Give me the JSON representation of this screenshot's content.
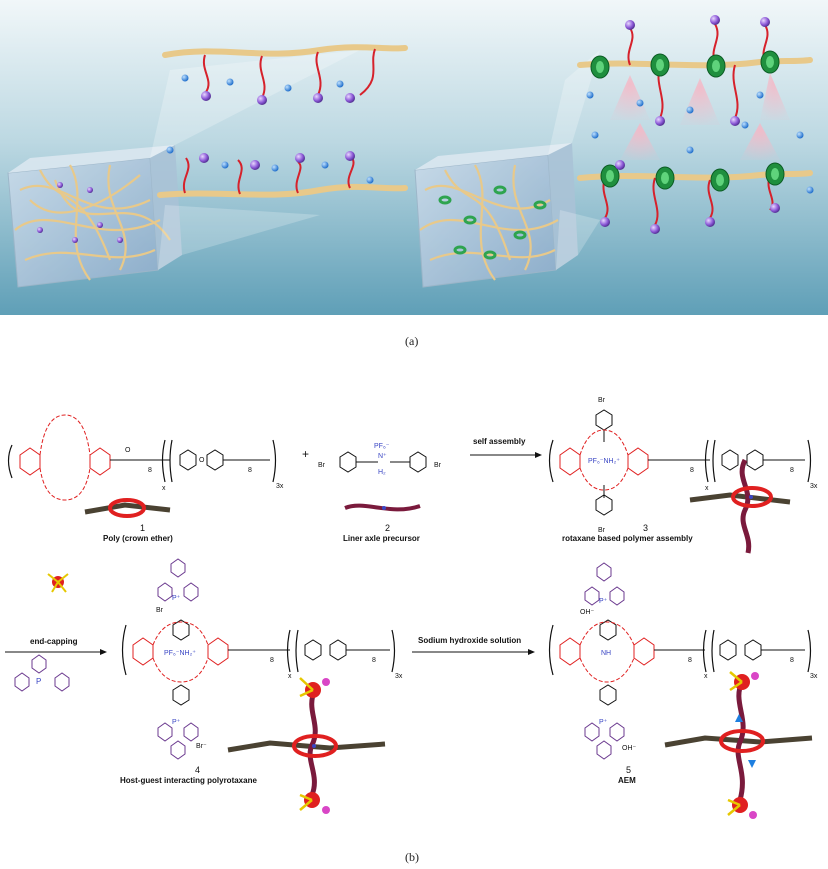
{
  "captions": {
    "a": "(a)",
    "b": "(b)"
  },
  "compounds": [
    {
      "number": "1",
      "name": "Poly (crown ether)"
    },
    {
      "number": "2",
      "name": "Liner axle precursor"
    },
    {
      "number": "3",
      "name": "rotaxane based polymer assembly"
    },
    {
      "number": "4",
      "name": "Host-guest interacting polyrotaxane"
    },
    {
      "number": "5",
      "name": "AEM"
    }
  ],
  "arrows": {
    "self_assembly": "self assembly",
    "end_capping": "end-capping",
    "naoh": "Sodium hydroxide solution"
  },
  "formula_text": {
    "sub_8": "8",
    "sub_x": "x",
    "sub_3x": "3x",
    "br": "Br",
    "pf6": "PF₆⁻",
    "nh2": "NH₂",
    "n_plus": "N⁺",
    "oh_minus": "OH⁻",
    "br_minus": "Br⁻",
    "p_plus": "P⁺",
    "plus": "+",
    "o": "O",
    "h2": "H₂",
    "pf6nh2": "PF₆⁻NH₂⁺",
    "nh": "NH"
  },
  "colors": {
    "background_top": "#e9f2f5",
    "background_bottom": "#5f9fb7",
    "chain": "#e8c98a",
    "tether": "#d6212b",
    "ion": "#1e7fe0",
    "cation": "#8d5ad8",
    "ring": "#2ea44f",
    "crown": "#e02020",
    "axle": "#7a1a3c",
    "backbone": "#4a4232",
    "phenyl": "#6b3a8f",
    "p_atom": "#3a46c4"
  }
}
